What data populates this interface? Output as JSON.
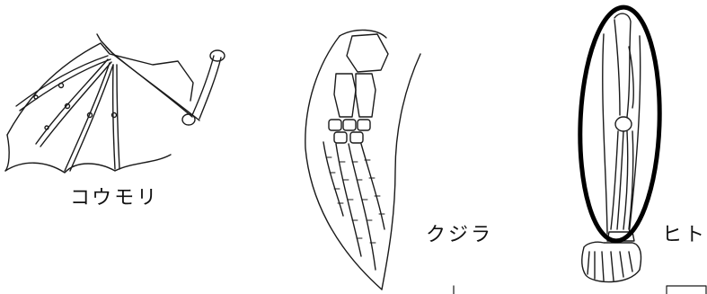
{
  "labels": {
    "bat": "コウモリ",
    "whale": "クジラ",
    "human": "ヒト"
  }
}
